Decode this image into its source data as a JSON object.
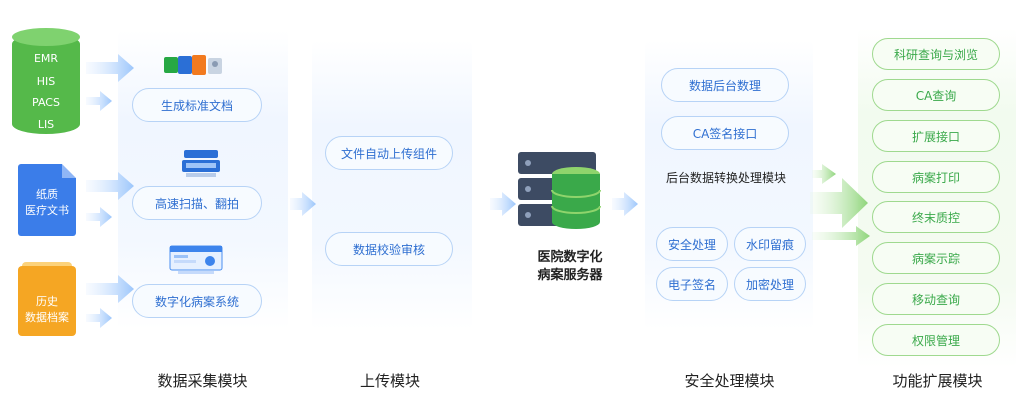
{
  "sources": {
    "db_lines": [
      "EMR",
      "HIS",
      "PACS",
      "LIS"
    ],
    "doc_lines": [
      "纸质",
      "医疗文书"
    ],
    "archive_lines": [
      "历史",
      "数据档案"
    ]
  },
  "collection": {
    "items": [
      "生成标准文档",
      "高速扫描、翻拍",
      "数字化病案系统"
    ],
    "label": "数据采集模块"
  },
  "upload": {
    "items": [
      "文件自动上传组件",
      "数据校验审核"
    ],
    "label": "上传模块"
  },
  "server": {
    "lines": [
      "医院数字化",
      "病案服务器"
    ]
  },
  "security": {
    "top_items": [
      "数据后台数理",
      "CA签名接口"
    ],
    "note": "后台数据转换处理模块",
    "grid_items": [
      "安全处理",
      "水印留痕",
      "电子签名",
      "加密处理"
    ],
    "label": "安全处理模块"
  },
  "functions": {
    "items": [
      "科研查询与浏览",
      "CA查询",
      "扩展接口",
      "病案打印",
      "终末质控",
      "病案示踪",
      "移动查询",
      "权限管理"
    ],
    "label": "功能扩展模块"
  },
  "colors": {
    "blue_accent": "#2f6fd1",
    "green_accent": "#3aa94a",
    "db_green": "#55b94a",
    "doc_blue": "#3b7de9",
    "archive_orange": "#f5a623"
  }
}
